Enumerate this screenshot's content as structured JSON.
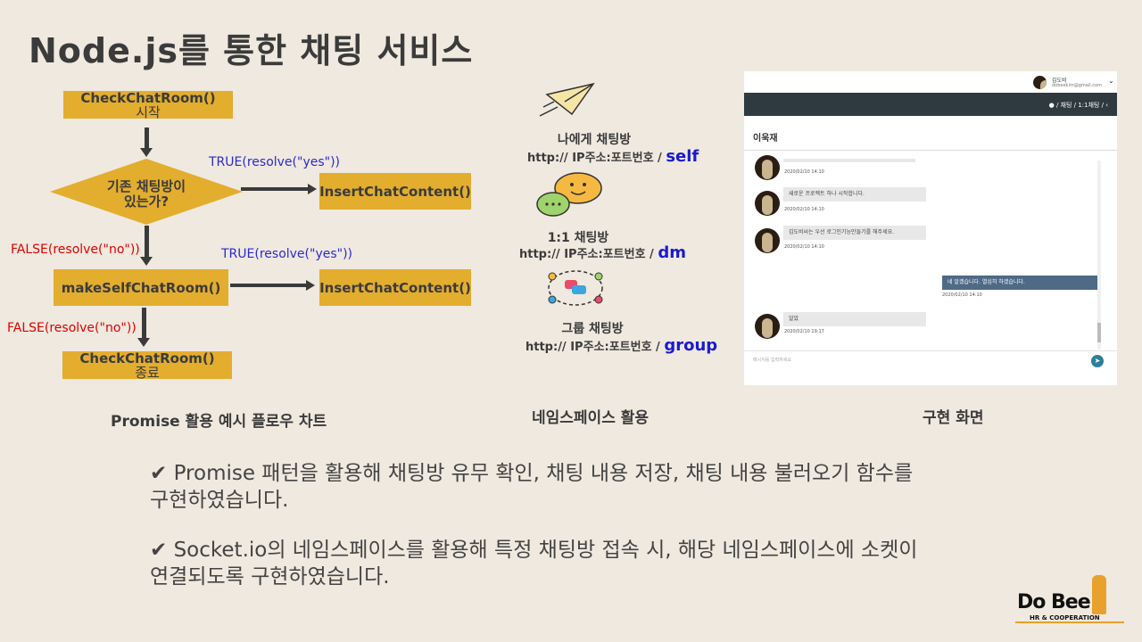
{
  "title": "Node.js를 통한 채팅 서비스",
  "flow": {
    "start_box": [
      "CheckChatRoom()",
      "시작"
    ],
    "decision": [
      "기존 채팅방이",
      "있는가?"
    ],
    "true1": "TRUE(resolve(\"yes\"))",
    "insert1": "InsertChatContent()",
    "false1": "FALSE(resolve(\"no\"))",
    "make": "makeSelfChatRoom()",
    "true2": "TRUE(resolve(\"yes\"))",
    "insert2": "InsertChatContent()",
    "false2": "FALSE(resolve(\"no\"))",
    "end_box": [
      "CheckChatRoom()",
      "종료"
    ],
    "caption": "Promise 활용 예시 플로우 차트"
  },
  "namespace": {
    "self_title": "나에게 채팅방",
    "self_url": "http:// IP주소:포트번호 /",
    "self_ns": "self",
    "dm_title": "1:1 채팅방",
    "dm_url": "http:// IP주소:포트번호 /",
    "dm_ns": "dm",
    "group_title": "그룹 채팅방",
    "group_url": "http:// IP주소:포트번호 /",
    "group_ns": "group",
    "caption": "네임스페이스 활용"
  },
  "screenshot": {
    "user_name": "김도비",
    "user_email": "dobeekim@gmail.com",
    "breadcrumb": "/ 채팅 / 1:1채팅 /",
    "room_name": "이욱재",
    "messages": [
      {
        "text": "",
        "time": "2020/02/10 14:10"
      },
      {
        "text": "새로운 프로젝트 하나 시작합니다.",
        "time": "2020/02/10 14:10"
      },
      {
        "text": "김도비씨는 우선 로그인기능만들기를 해주세요.",
        "time": "2020/02/10 14:10"
      },
      {
        "text": "네 알겠습니다. 열심히 하겠습니다.",
        "time": "2020/02/10 14:10"
      },
      {
        "text": "알았",
        "time": "2020/02/10 19:17"
      }
    ],
    "input_placeholder": "메시지를 입력하세요",
    "caption": "구현 화면"
  },
  "bullets": [
    [
      "✔ Promise 패턴을 활용해 채팅방 유무 확인, 채팅 내용 저장, 채팅 내용 불러오기 함수를",
      "구현하였습니다."
    ],
    [
      "✔ Socket.io의 네임스페이스를 활용해 특정 채팅방 접속 시, 해당 네임스페이스에 소켓이",
      "연결되도록 구현하였습니다."
    ]
  ],
  "logo": {
    "name": "Do Bee",
    "sub": "HR & COOPERATION"
  },
  "colors": {
    "box": "#e3ad2e",
    "true": "#2a2ad0",
    "false": "#e00000",
    "background": "#efe9df"
  }
}
